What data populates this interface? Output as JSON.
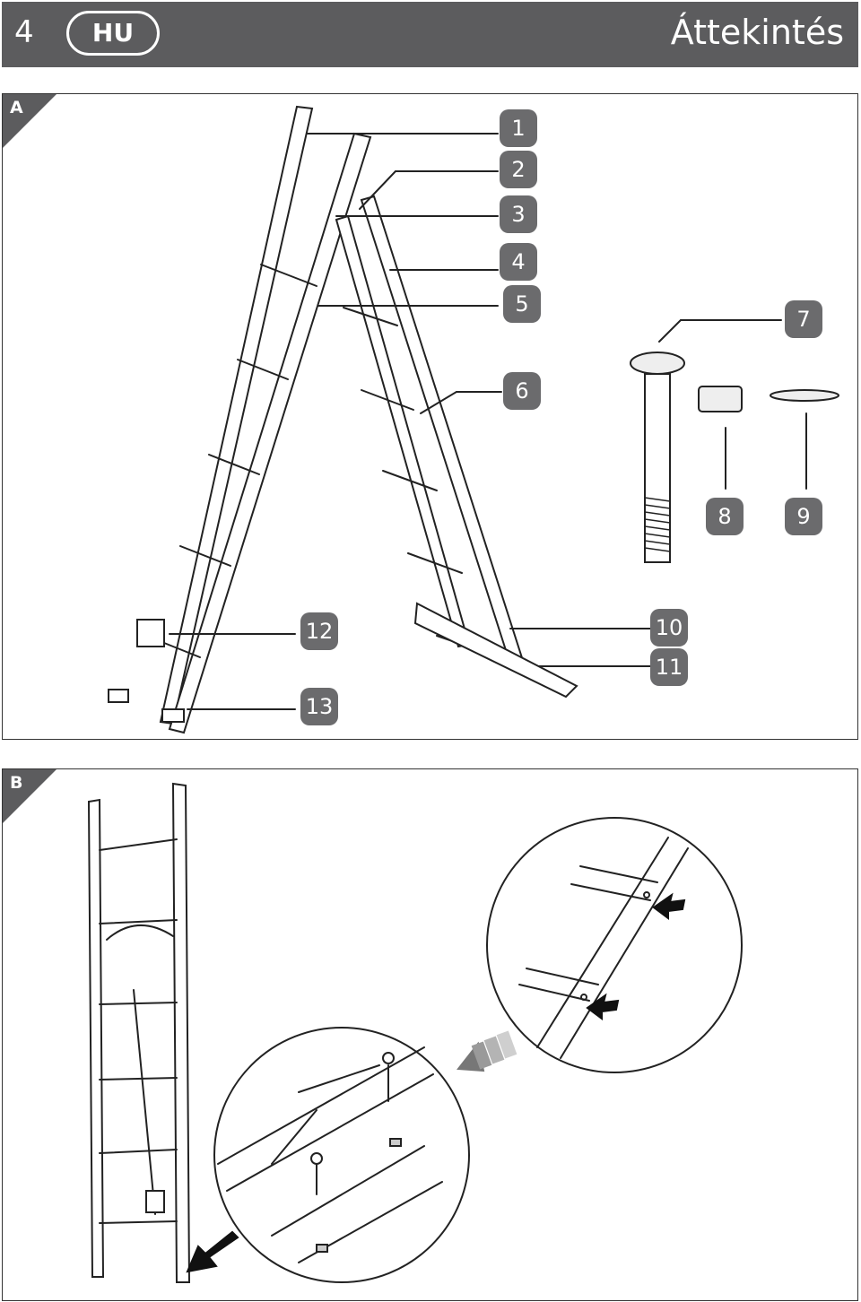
{
  "header": {
    "page_number": "4",
    "language": "HU",
    "title": "Áttekintés"
  },
  "figure_a": {
    "label": "A",
    "callouts": [
      "1",
      "2",
      "3",
      "4",
      "5",
      "6",
      "7",
      "8",
      "9",
      "10",
      "11",
      "12",
      "13"
    ]
  },
  "figure_b": {
    "label": "B"
  },
  "icons": [
    "arrow-icon"
  ]
}
